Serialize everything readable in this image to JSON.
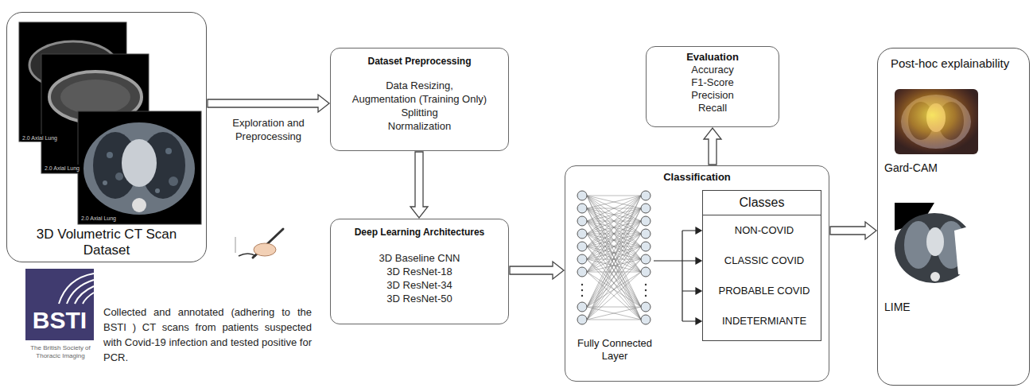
{
  "diagram": {
    "nodes": [
      {
        "text": [
          "3D Volumetric CT Scan Dataset"
        ]
      },
      {
        "text": [
          "Dataset Preprocessing",
          "Data Resizing,",
          "Augmentation (Training Only)",
          "Splitting",
          "Normalization"
        ]
      },
      {
        "text": [
          "Deep Learning Architectures",
          "3D Baseline CNN",
          "3D ResNet-18",
          "3D ResNet-34",
          "3D ResNet-50"
        ]
      },
      {
        "text": [
          "Evaluation",
          "Accuracy",
          "F1-Score",
          "Precision",
          "Recall"
        ]
      },
      {
        "text": [
          "Classification"
        ]
      },
      {
        "text": [
          "Classes",
          "NON-COVID",
          "CLASSIC COVID",
          "PROBABLE COVID",
          "INDETERMIANTE"
        ],
        "in": 4
      },
      {
        "text": [
          "Post-hoc explainability"
        ]
      }
    ],
    "edges": [
      {
        "from": 0,
        "to": 1,
        "arrow": "to",
        "label": "Exploration and Preprocessing"
      },
      {
        "from": 1,
        "to": 2,
        "arrow": "to"
      },
      {
        "from": 2,
        "to": 4,
        "arrow": "to"
      },
      {
        "from": 4,
        "to": 3,
        "arrow": "to"
      },
      {
        "from": 4,
        "to": 6,
        "arrow": "to"
      }
    ],
    "labels": [
      "2.0 Axial Lung",
      "2.0 Axial Lung",
      "2.0 Axial Lung",
      "BSTI",
      "The British Society of Thoracic Imaging",
      "Collected and annotated (adhering to the BSTI ) CT scans from patients suspected with Covid-19 infection and tested positive for PCR.",
      "Fully Connected Layer",
      "Gard-CAM",
      "LIME"
    ]
  }
}
